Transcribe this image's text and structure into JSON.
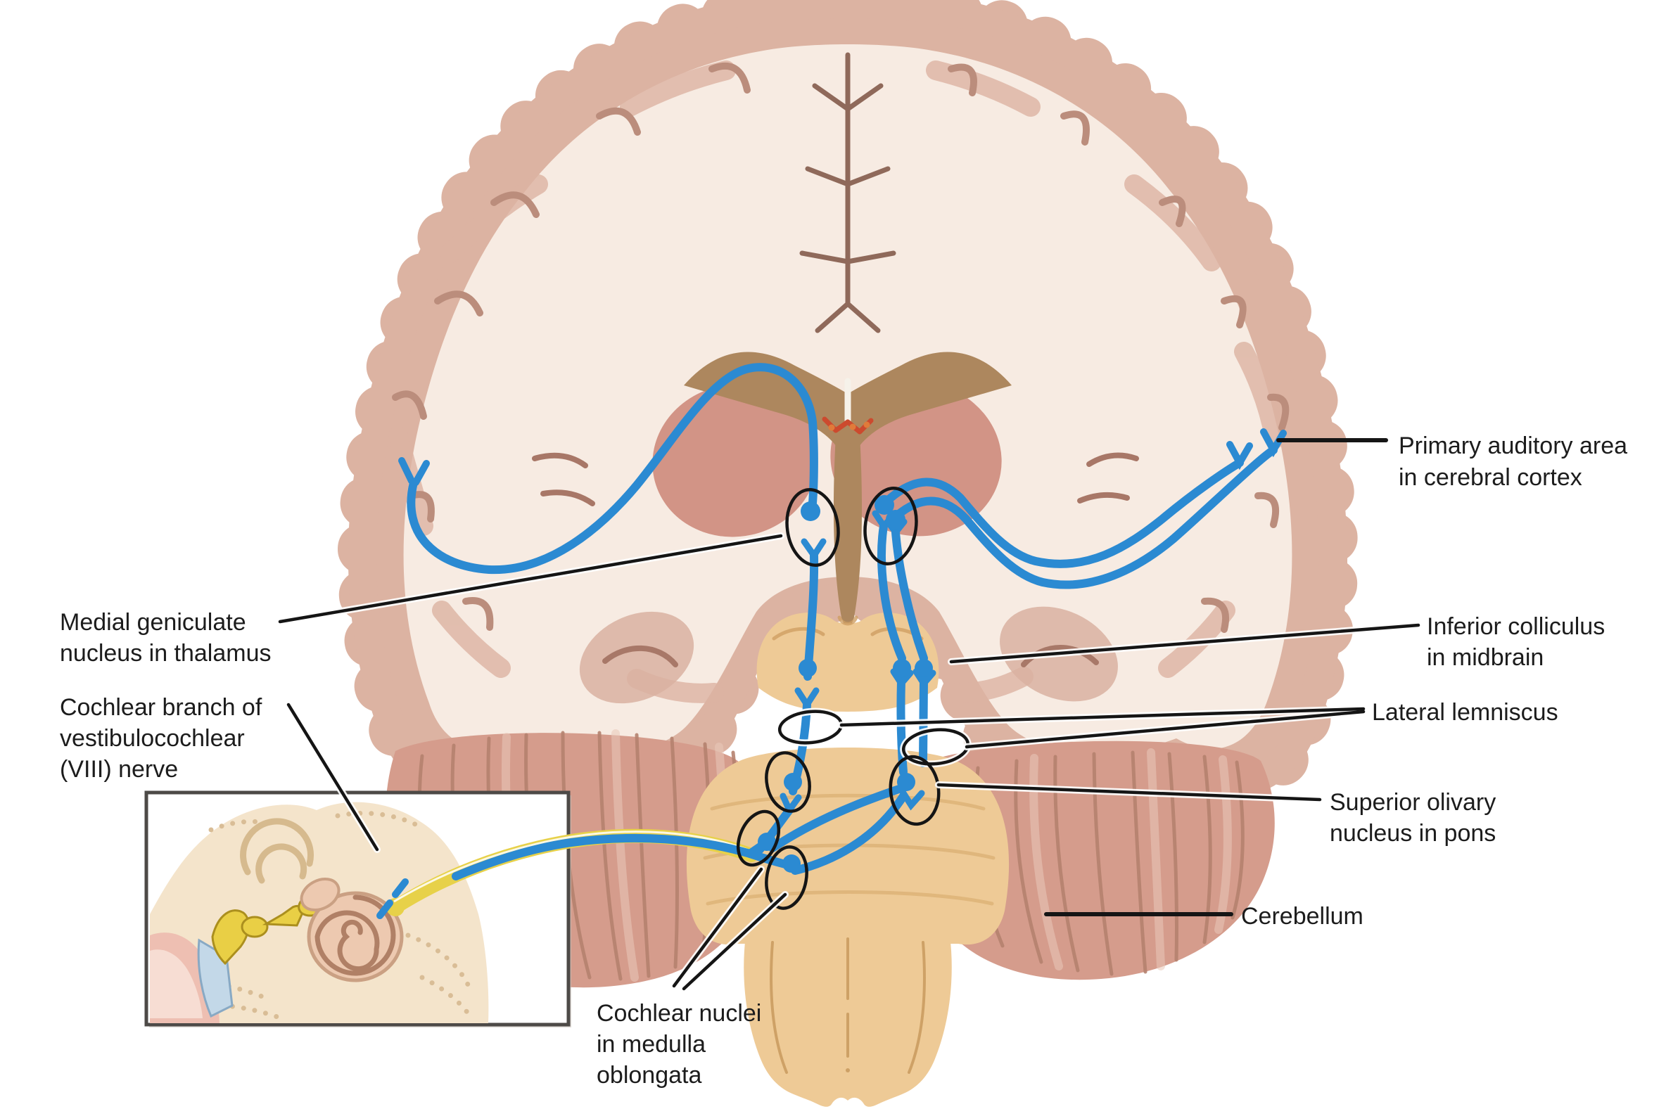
{
  "figure": {
    "type": "anatomical-diagram",
    "subject": "Auditory pathway from the cochlea to the primary auditory cortex, coronal brain section with middle/inner ear inset",
    "labels": {
      "primary_auditory": {
        "line1": "Primary auditory area",
        "line2": "in cerebral cortex"
      },
      "medial_geniculate": {
        "line1": "Medial geniculate",
        "line2": "nucleus in thalamus"
      },
      "cochlear_branch": {
        "line1": "Cochlear branch of",
        "line2": "vestibulocochlear",
        "line3": "(VIII) nerve"
      },
      "inferior_colliculus": {
        "line1": "Inferior colliculus",
        "line2": "in midbrain"
      },
      "lateral_lemniscus": {
        "line1": "Lateral lemniscus"
      },
      "superior_olivary": {
        "line1": "Superior olivary",
        "line2": "nucleus in pons"
      },
      "cerebellum": {
        "line1": "Cerebellum"
      },
      "cochlear_nuclei": {
        "line1": "Cochlear nuclei",
        "line2": "in medulla",
        "line3": "oblongata"
      }
    },
    "colors": {
      "pathway_blue": "#2b8ad2",
      "nerve_yellow": "#e7d149",
      "cortex_band": "#dcb3a2",
      "white_matter": "#f7ebe2",
      "sulcus": "#b98877",
      "thalamus_pink": "#d29486",
      "ventricle_brown": "#ad875e",
      "brainstem_tan": "#eeca96",
      "cerebellum_pink": "#d59c8c",
      "label_text": "#1c1c1c",
      "leader_line": "#151515"
    }
  }
}
